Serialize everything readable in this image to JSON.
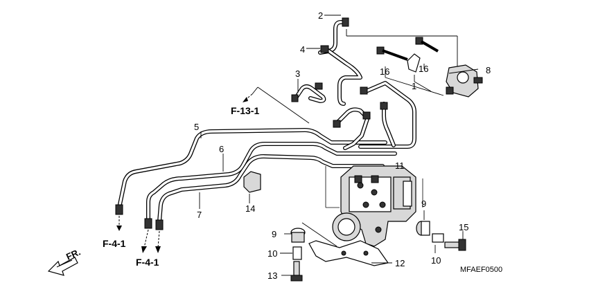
{
  "callouts": [
    "1",
    "2",
    "3",
    "4",
    "5",
    "6",
    "7",
    "8",
    "9",
    "9",
    "10",
    "10",
    "11",
    "12",
    "13",
    "14",
    "15",
    "16",
    "16"
  ],
  "references": [
    "F-13-1",
    "F-4-1",
    "F-4-1"
  ],
  "direction_label": "FR.",
  "diagram_code": "MFAEF0500"
}
